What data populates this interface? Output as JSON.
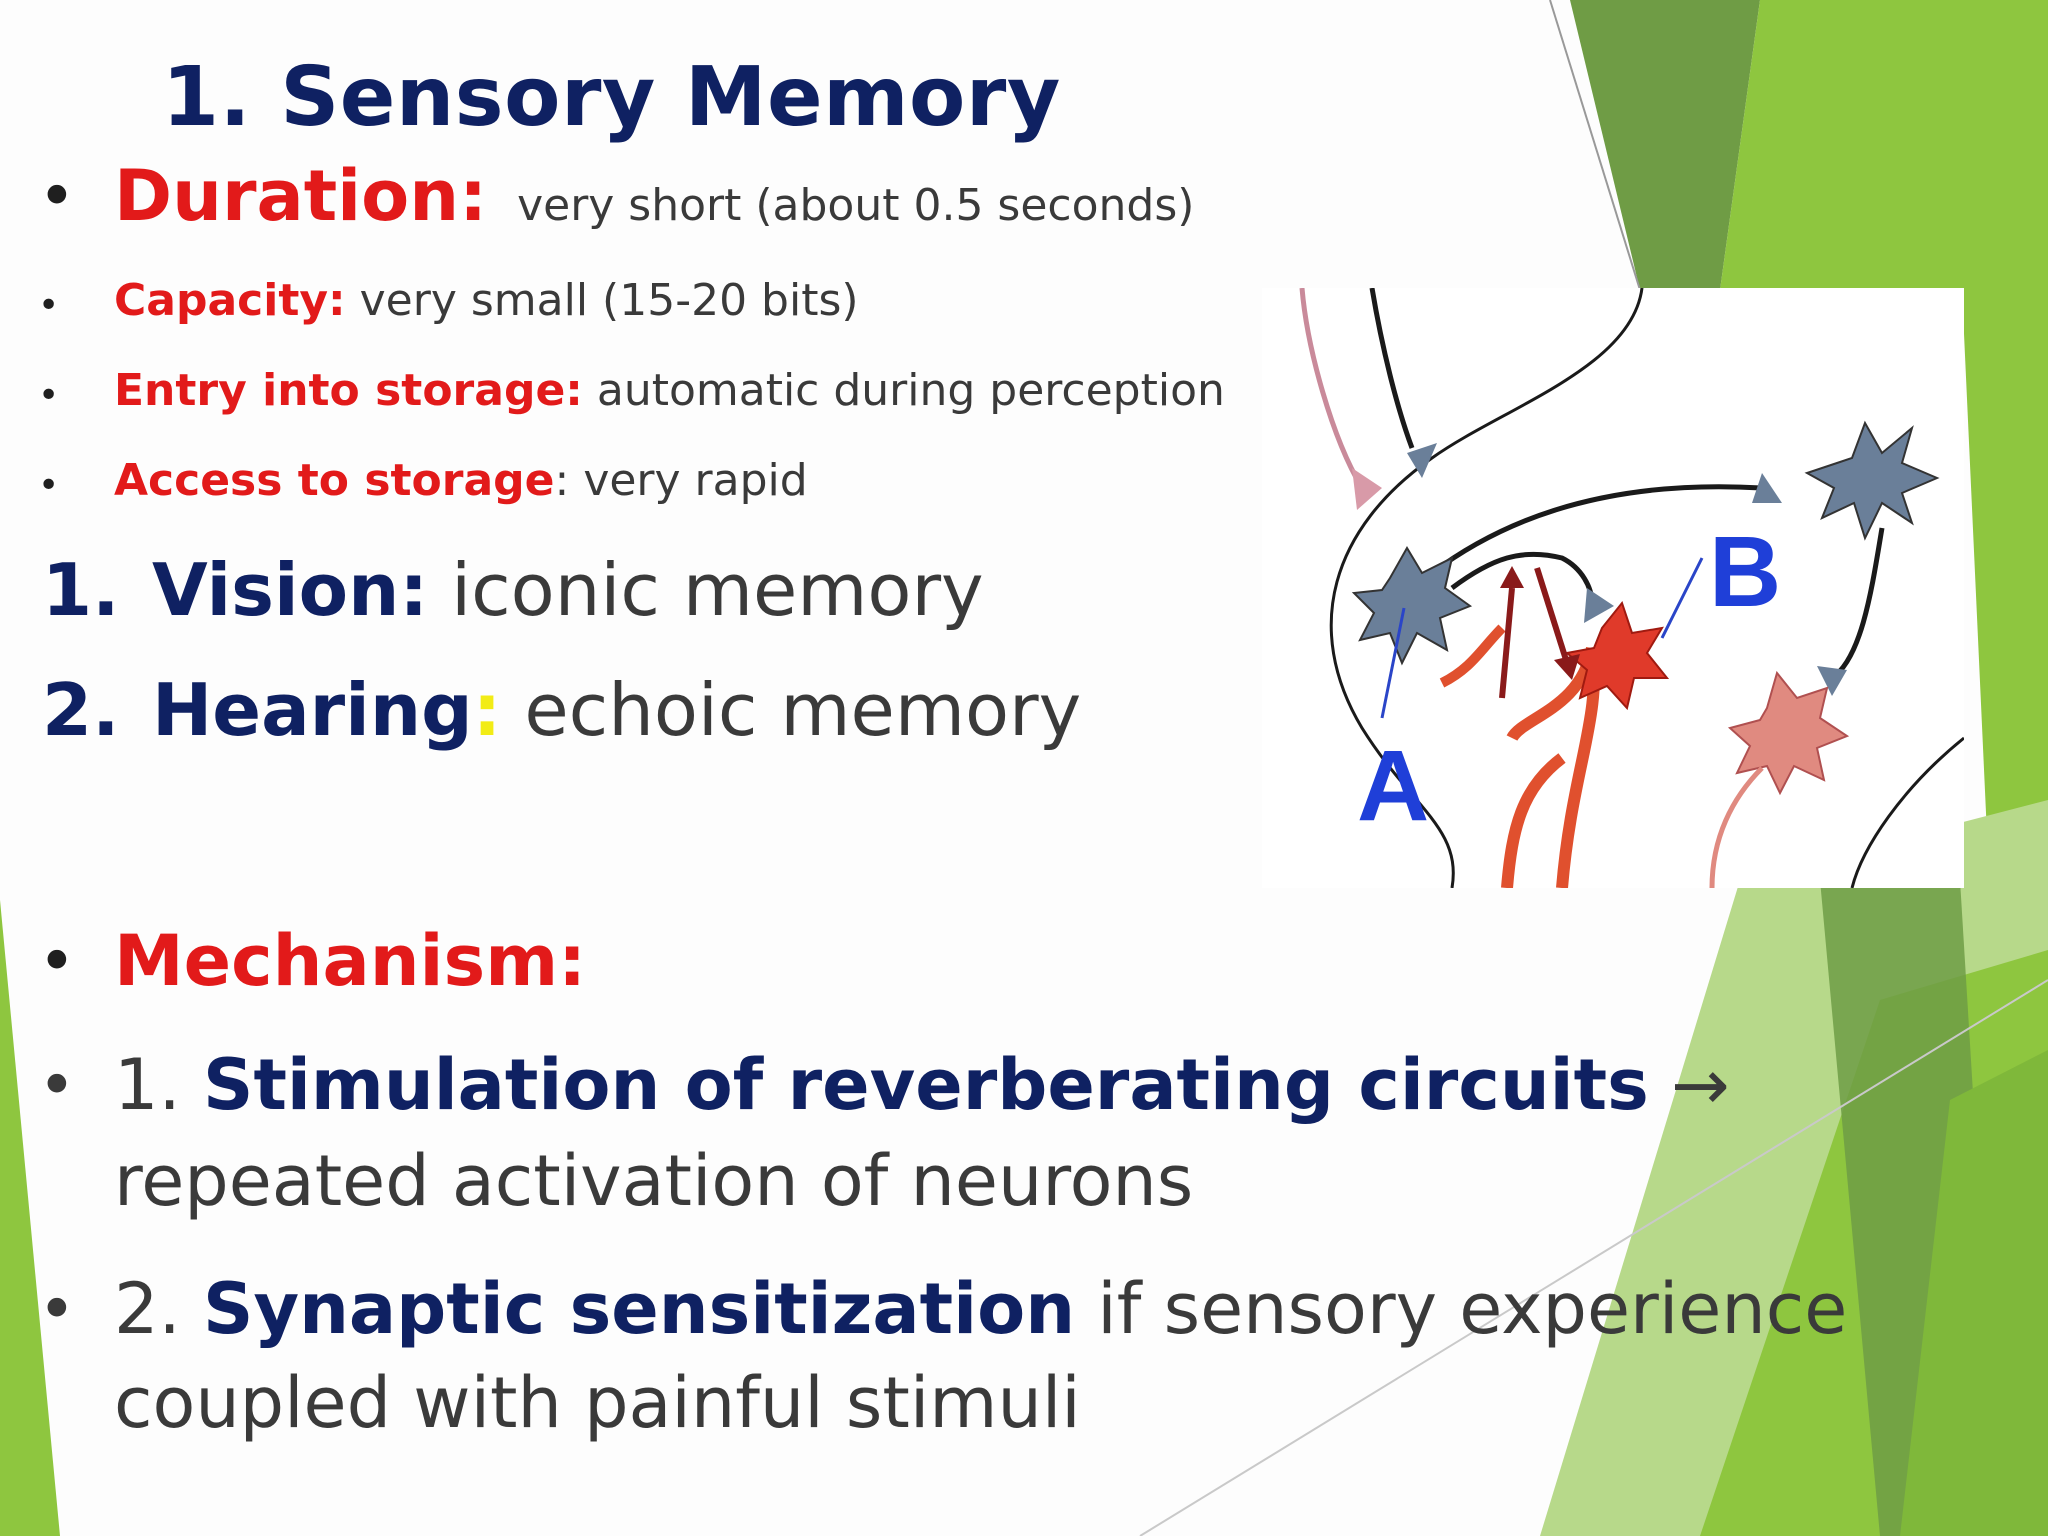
{
  "slide": {
    "title": "1. Sensory Memory",
    "bullet_char": "•",
    "duration": {
      "label": "Duration:",
      "value": "very short (about 0.5 seconds)"
    },
    "capacity": {
      "label": "Capacity:",
      "value": " very small (15-20 bits)"
    },
    "entry": {
      "label": "Entry into storage:",
      "value": " automatic during perception"
    },
    "access": {
      "label": "Access to storage",
      "value": ": very rapid"
    },
    "senses": [
      {
        "num": "1.",
        "label": "Vision:",
        "sep": "",
        "value": " iconic memory"
      },
      {
        "num": "2.",
        "label": "Hearing",
        "sep": ":",
        "value": " echoic memory"
      }
    ],
    "mechanism": {
      "label": "Mechanism:",
      "item1": {
        "prefix": "1. ",
        "bold": "Stimulation of reverberating circuits",
        "rest": " →",
        "cont": "repeated activation of neurons"
      },
      "item2": {
        "prefix": "2. ",
        "bold": "Synaptic sensitization",
        "rest": " if sensory experience",
        "cont": "coupled with painful stimuli"
      }
    }
  },
  "diagram": {
    "label_a": "A",
    "label_b": "B"
  },
  "colors": {
    "title": "#0f2162",
    "label_red": "#e21a1a",
    "accent_green": "#8ec63f",
    "label_blue": "#1f3fd8"
  }
}
